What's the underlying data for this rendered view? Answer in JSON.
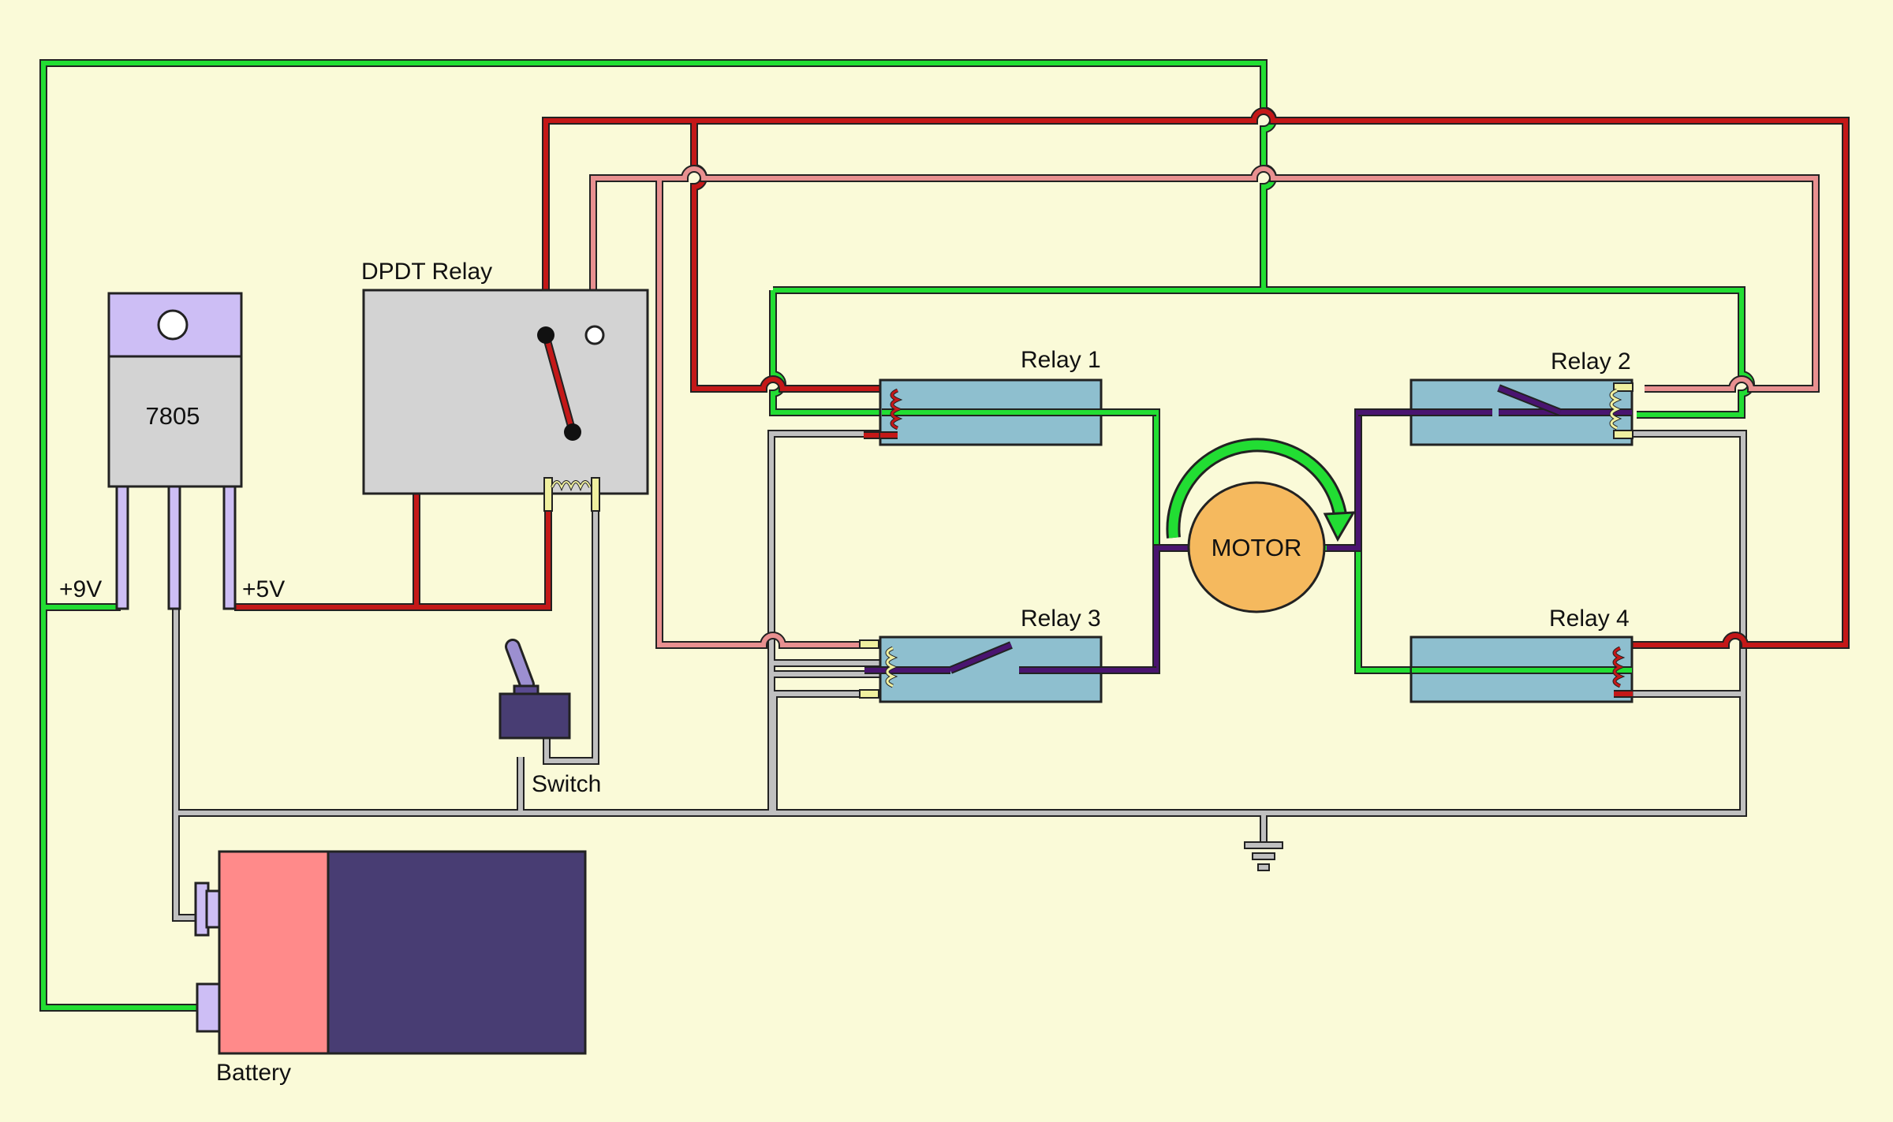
{
  "labels": {
    "dpdt_relay": "DPDT Relay",
    "regulator": "7805",
    "v9": "+9V",
    "v5": "+5V",
    "switch": "Switch",
    "battery": "Battery",
    "motor": "MOTOR",
    "relay1": "Relay 1",
    "relay2": "Relay 2",
    "relay3": "Relay 3",
    "relay4": "Relay 4"
  },
  "colors": {
    "background": "#fafad8",
    "wire_green": "#22dd33",
    "wire_red": "#c41818",
    "wire_pink": "#e89090",
    "wire_grey": "#c0c0c0",
    "wire_purple": "#4a1470",
    "relay_body": "#8ebfcf",
    "dpdt_body": "#d3d3d3",
    "regulator_top": "#cdbef5",
    "regulator_body": "#d3d3d3",
    "battery_front": "#ff8a8a",
    "battery_body": "#483d73",
    "motor": "#f5b95e",
    "coil_yellow": "#f0f0a0"
  }
}
